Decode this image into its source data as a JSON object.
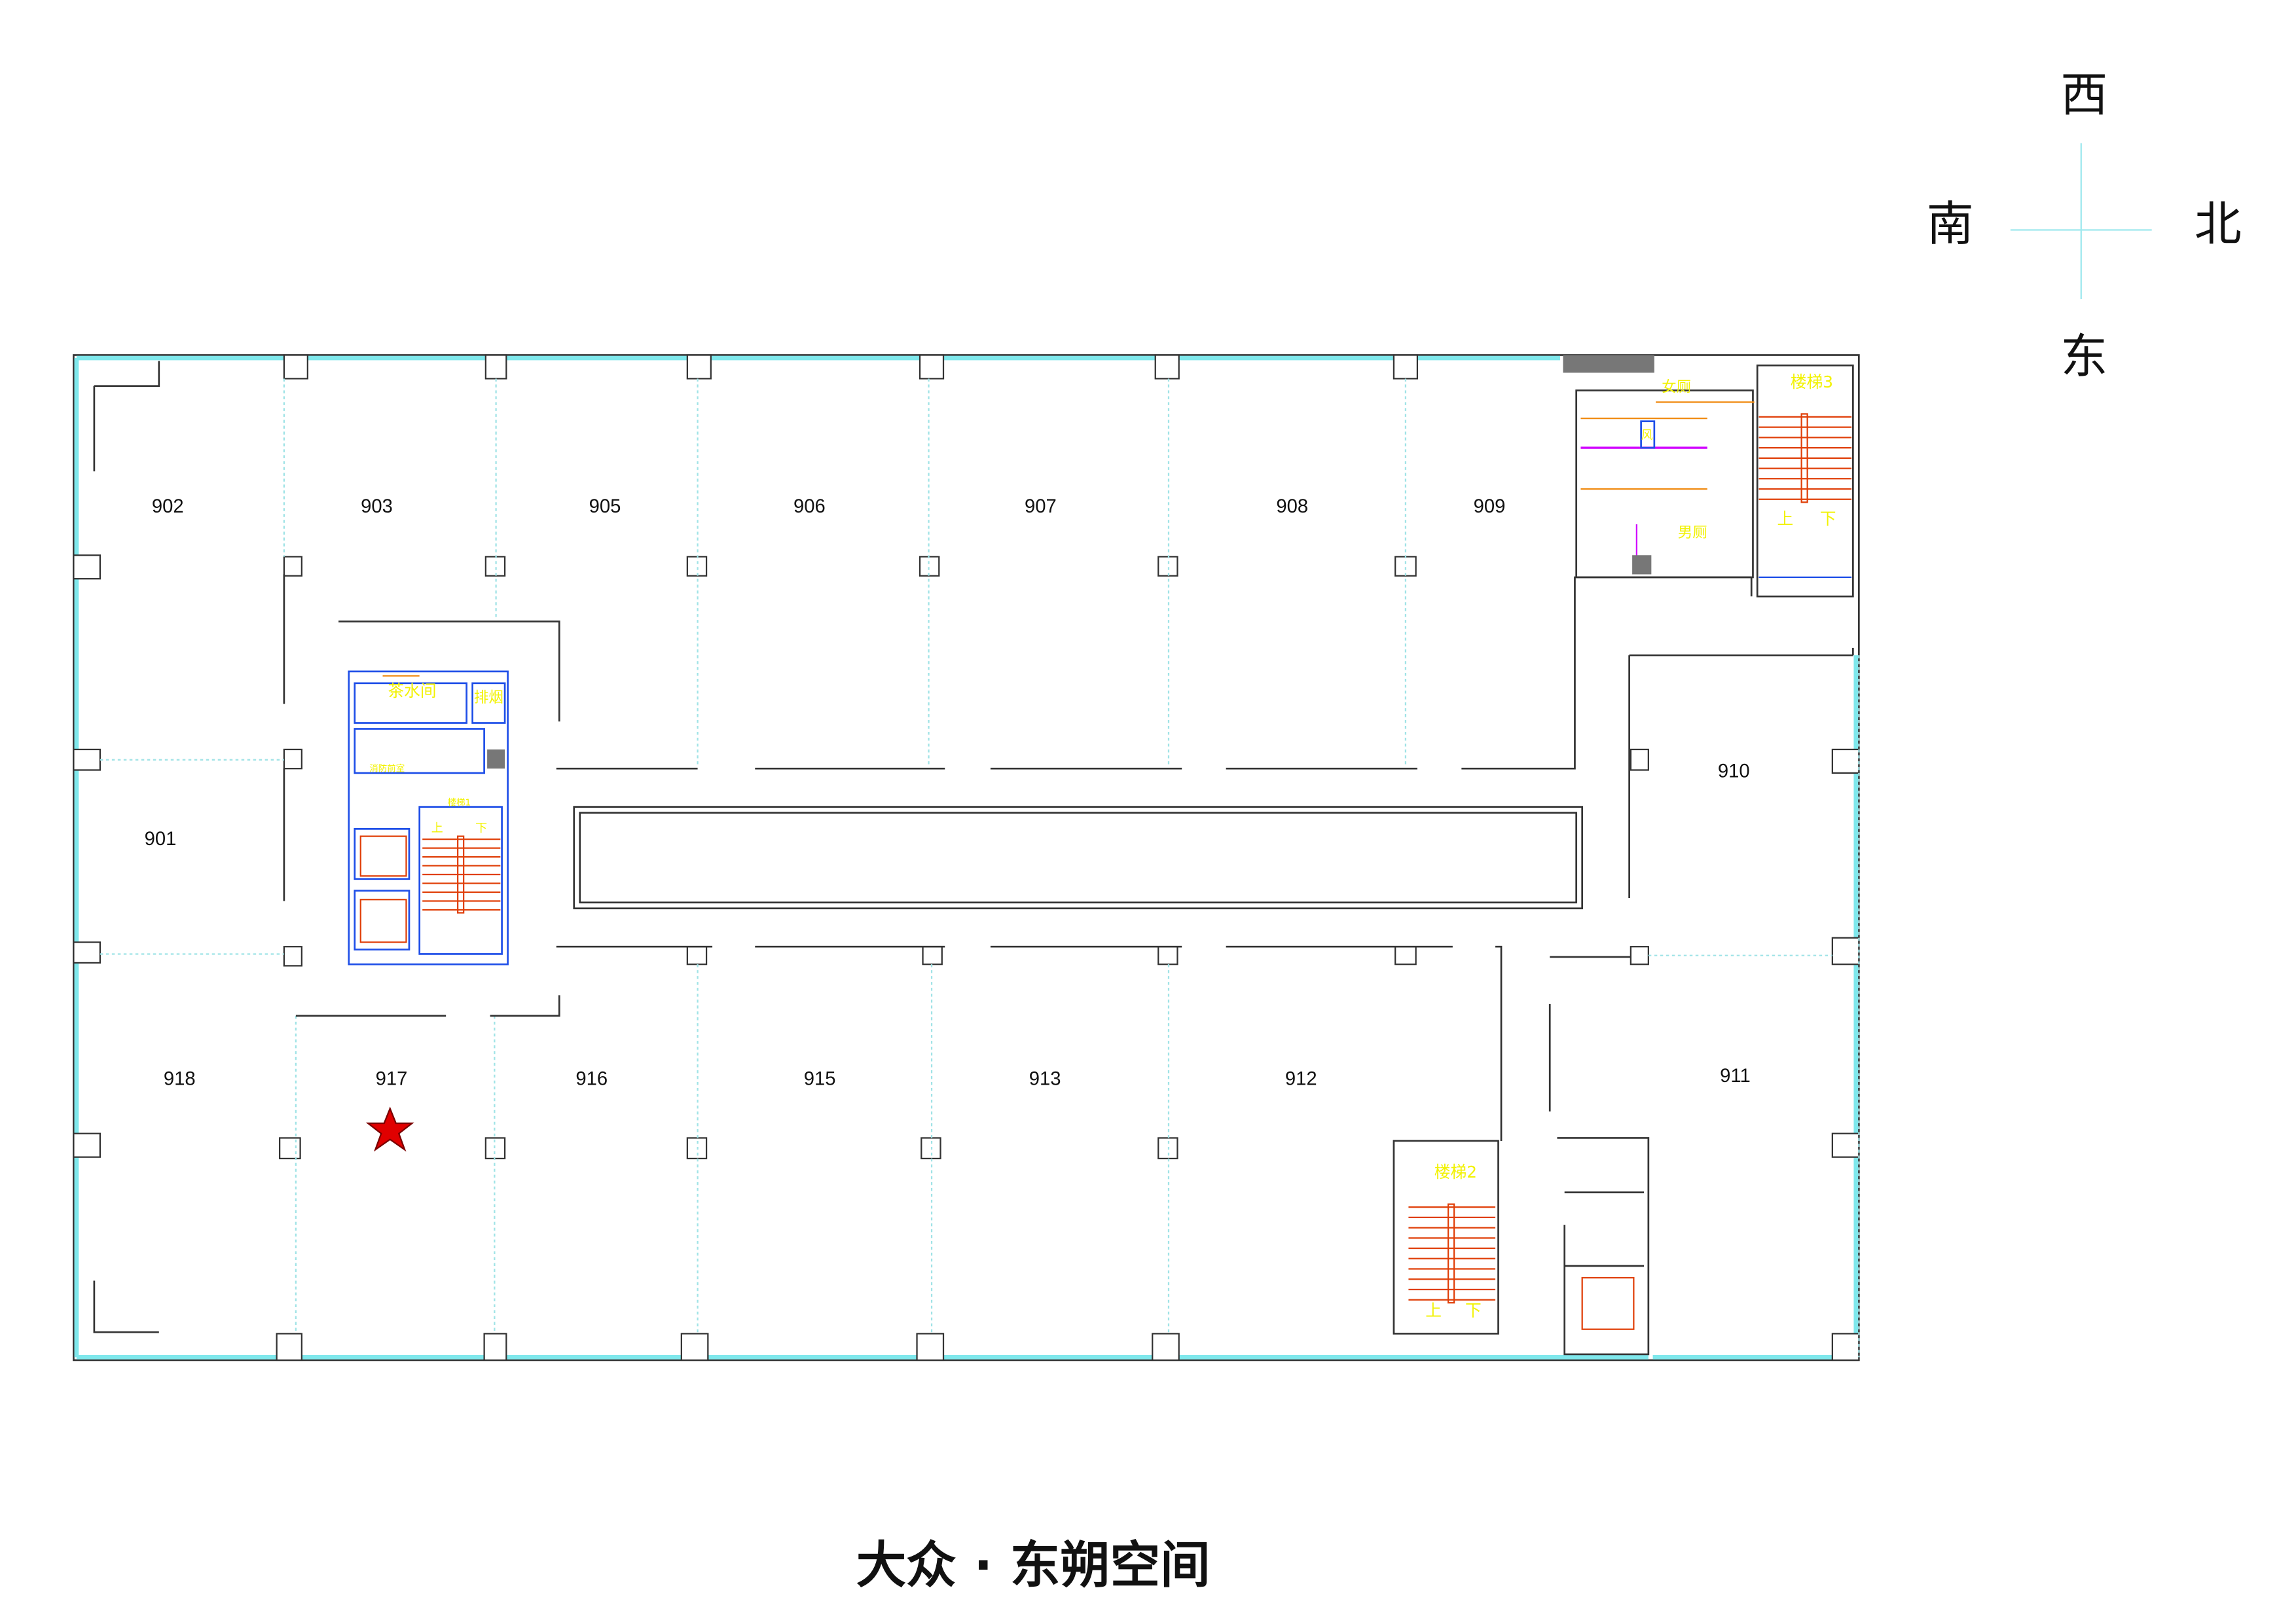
{
  "compass": {
    "west": "西",
    "south": "南",
    "north": "北",
    "east": "东"
  },
  "rooms": {
    "r902": "902",
    "r903": "903",
    "r905": "905",
    "r906": "906",
    "r907": "907",
    "r908": "908",
    "r909": "909",
    "r910": "910",
    "r901": "901",
    "r918": "918",
    "r917": "917",
    "r916": "916",
    "r915": "915",
    "r913": "913",
    "r912": "912",
    "r911": "911"
  },
  "core": {
    "pantry": "茶水间",
    "smoke_exhaust": "排烟",
    "fire_lobby": "消防前室",
    "stair1": "楼梯1",
    "up": "上",
    "down": "下"
  },
  "toilets": {
    "women": "女厕",
    "men": "男厕",
    "vent": "风"
  },
  "stair3": {
    "label": "楼梯3",
    "up": "上",
    "down": "下"
  },
  "stair2": {
    "label": "楼梯2",
    "up": "上",
    "down": "下"
  },
  "marker": {
    "icon": "star-icon",
    "color": "#e00000",
    "room": "917"
  },
  "title": "大众 · 东朔空间"
}
